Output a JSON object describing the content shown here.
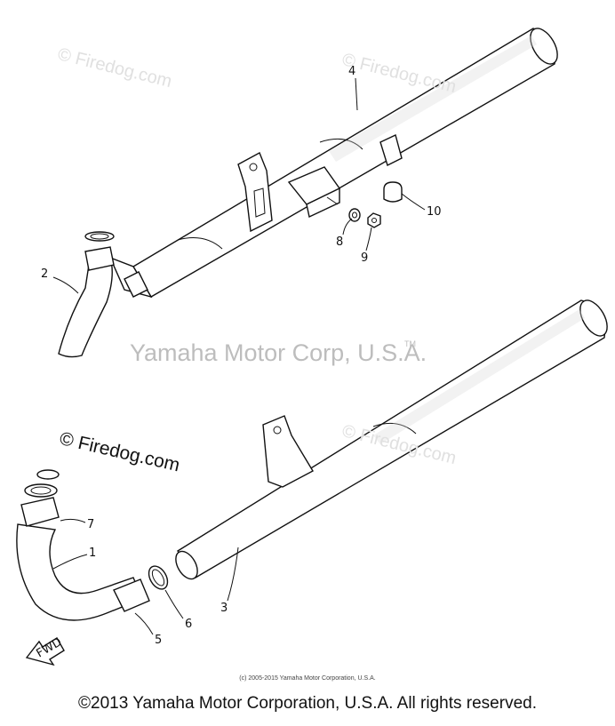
{
  "diagram": {
    "callouts": [
      "1",
      "2",
      "3",
      "4",
      "5",
      "6",
      "7",
      "8",
      "9",
      "10"
    ],
    "fwd_label": "FWD"
  },
  "watermarks": {
    "firedog_faint": "© Firedog.com",
    "center": "Yamaha Motor Corp, U.S.A.",
    "tm": "TM",
    "firedog_dark": "© Firedog.com"
  },
  "footer": {
    "copyright_small": "(c) 2005-2015 Yamaha Motor Corporation, U.S.A.",
    "copyright": "©2013 Yamaha Motor Corporation, U.S.A. All rights reserved."
  },
  "colors": {
    "line": "#111111",
    "watermark": "#bdbdbd",
    "background": "#ffffff"
  }
}
